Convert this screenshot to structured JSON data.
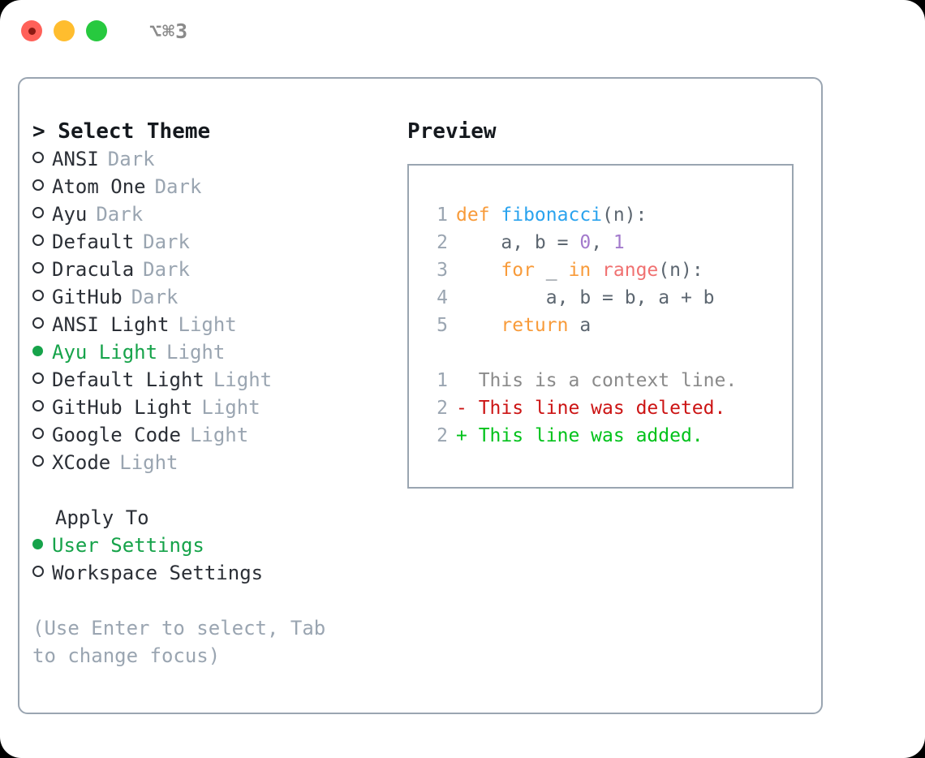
{
  "titlebar": {
    "shortcut": "⌥⌘3",
    "lights": [
      "close-red",
      "minimize-yellow",
      "zoom-green"
    ]
  },
  "theme_panel": {
    "heading": "> Select Theme",
    "options": [
      {
        "bullet": "hollow",
        "name": "ANSI",
        "tag": "Dark",
        "selected": false
      },
      {
        "bullet": "hollow",
        "name": "Atom One",
        "tag": "Dark",
        "selected": false
      },
      {
        "bullet": "hollow",
        "name": "Ayu",
        "tag": "Dark",
        "selected": false
      },
      {
        "bullet": "hollow",
        "name": "Default",
        "tag": "Dark",
        "selected": false
      },
      {
        "bullet": "hollow",
        "name": "Dracula",
        "tag": "Dark",
        "selected": false
      },
      {
        "bullet": "hollow",
        "name": "GitHub",
        "tag": "Dark",
        "selected": false
      },
      {
        "bullet": "hollow",
        "name": "ANSI Light",
        "tag": "Light",
        "selected": false
      },
      {
        "bullet": "filled",
        "name": "Ayu Light",
        "tag": "Light",
        "selected": true
      },
      {
        "bullet": "hollow",
        "name": "Default Light",
        "tag": "Light",
        "selected": false
      },
      {
        "bullet": "hollow",
        "name": "GitHub Light",
        "tag": "Light",
        "selected": false
      },
      {
        "bullet": "hollow",
        "name": "Google Code",
        "tag": "Light",
        "selected": false
      },
      {
        "bullet": "hollow",
        "name": "XCode",
        "tag": "Light",
        "selected": false
      }
    ]
  },
  "apply_to": {
    "heading": "Apply To",
    "options": [
      {
        "bullet": "filled",
        "name": "User Settings",
        "selected": true
      },
      {
        "bullet": "hollow",
        "name": "Workspace Settings",
        "selected": false
      }
    ]
  },
  "hint": "(Use Enter to select, Tab to change focus)",
  "preview": {
    "title": "Preview",
    "code_lines": [
      {
        "num": "1",
        "tokens": [
          {
            "t": "def ",
            "c": "kw"
          },
          {
            "t": "fibonacci",
            "c": "fn"
          },
          {
            "t": "(n):",
            "c": "plain"
          }
        ]
      },
      {
        "num": "2",
        "tokens": [
          {
            "t": "    a, b = ",
            "c": "plain"
          },
          {
            "t": "0",
            "c": "num"
          },
          {
            "t": ", ",
            "c": "plain"
          },
          {
            "t": "1",
            "c": "num"
          }
        ]
      },
      {
        "num": "3",
        "tokens": [
          {
            "t": "    ",
            "c": "plain"
          },
          {
            "t": "for",
            "c": "kw"
          },
          {
            "t": " _ ",
            "c": "plain"
          },
          {
            "t": "in",
            "c": "kw"
          },
          {
            "t": " ",
            "c": "plain"
          },
          {
            "t": "range",
            "c": "bltn"
          },
          {
            "t": "(n):",
            "c": "plain"
          }
        ]
      },
      {
        "num": "4",
        "tokens": [
          {
            "t": "        a, b = b, a + b",
            "c": "plain"
          }
        ]
      },
      {
        "num": "5",
        "tokens": [
          {
            "t": "    ",
            "c": "plain"
          },
          {
            "t": "return",
            "c": "kw"
          },
          {
            "t": " a",
            "c": "plain"
          }
        ]
      }
    ],
    "diff_lines": [
      {
        "num": "1",
        "marker": "  ",
        "text": "This is a context line.",
        "kind": "ctx"
      },
      {
        "num": "2",
        "marker": "- ",
        "text": "This line was deleted.",
        "kind": "del"
      },
      {
        "num": "2",
        "marker": "+ ",
        "text": "This line was added.",
        "kind": "add"
      }
    ]
  },
  "colors": {
    "accent_green": "#16a34a",
    "muted": "#9aa5b1",
    "keyword": "#f89b3a",
    "function": "#2aa3ee",
    "number": "#a37acc",
    "builtin": "#f07171",
    "diff_add": "#00c21a",
    "diff_del": "#cc1414"
  }
}
